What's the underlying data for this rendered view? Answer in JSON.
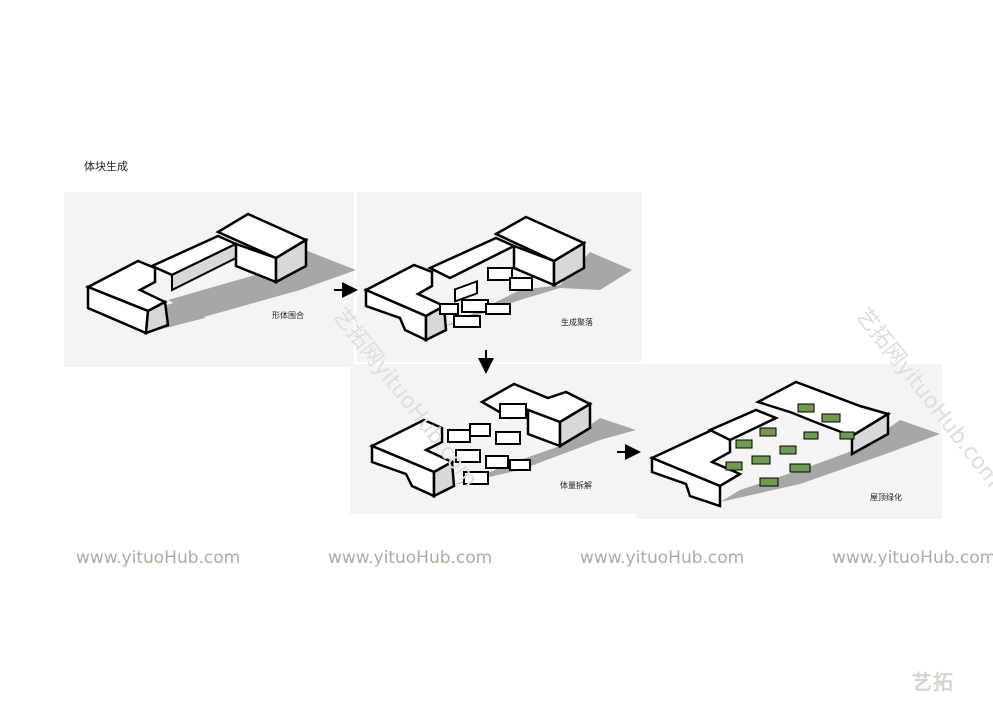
{
  "title": "体块生成",
  "steps": [
    {
      "caption": "形体围合"
    },
    {
      "caption": "生成聚落"
    },
    {
      "caption": "体量拆解"
    },
    {
      "caption": "屋顶绿化"
    }
  ],
  "watermark": {
    "url": "www.yituoHub.com",
    "diagonal": "艺拓网yituoHub.com",
    "logo": "艺拓"
  },
  "colors": {
    "panel_bg": "#f4f4f4",
    "shadow": "#a7a7a7",
    "green_roof": "#6e9a52",
    "watermark": "#b3a99f"
  }
}
